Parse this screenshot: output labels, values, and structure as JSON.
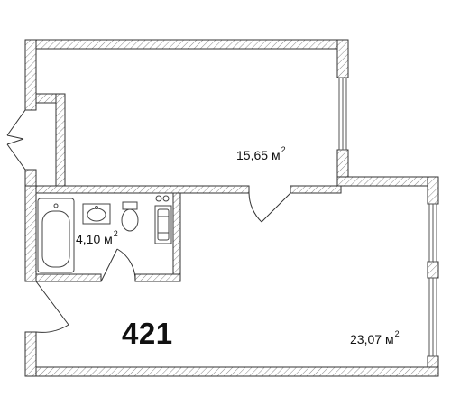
{
  "apartment": {
    "number": "421"
  },
  "rooms": [
    {
      "id": "room-living",
      "area": "15,65",
      "unit": "м",
      "power": "2"
    },
    {
      "id": "room-bath",
      "area": "4,10",
      "unit": "м",
      "power": "2"
    },
    {
      "id": "room-main",
      "area": "23,07",
      "unit": "м",
      "power": "2"
    }
  ],
  "colors": {
    "wall_outline": "#333333",
    "hatch": "#888888",
    "window": "#555555",
    "fixture": "#444444",
    "background": "#ffffff"
  }
}
